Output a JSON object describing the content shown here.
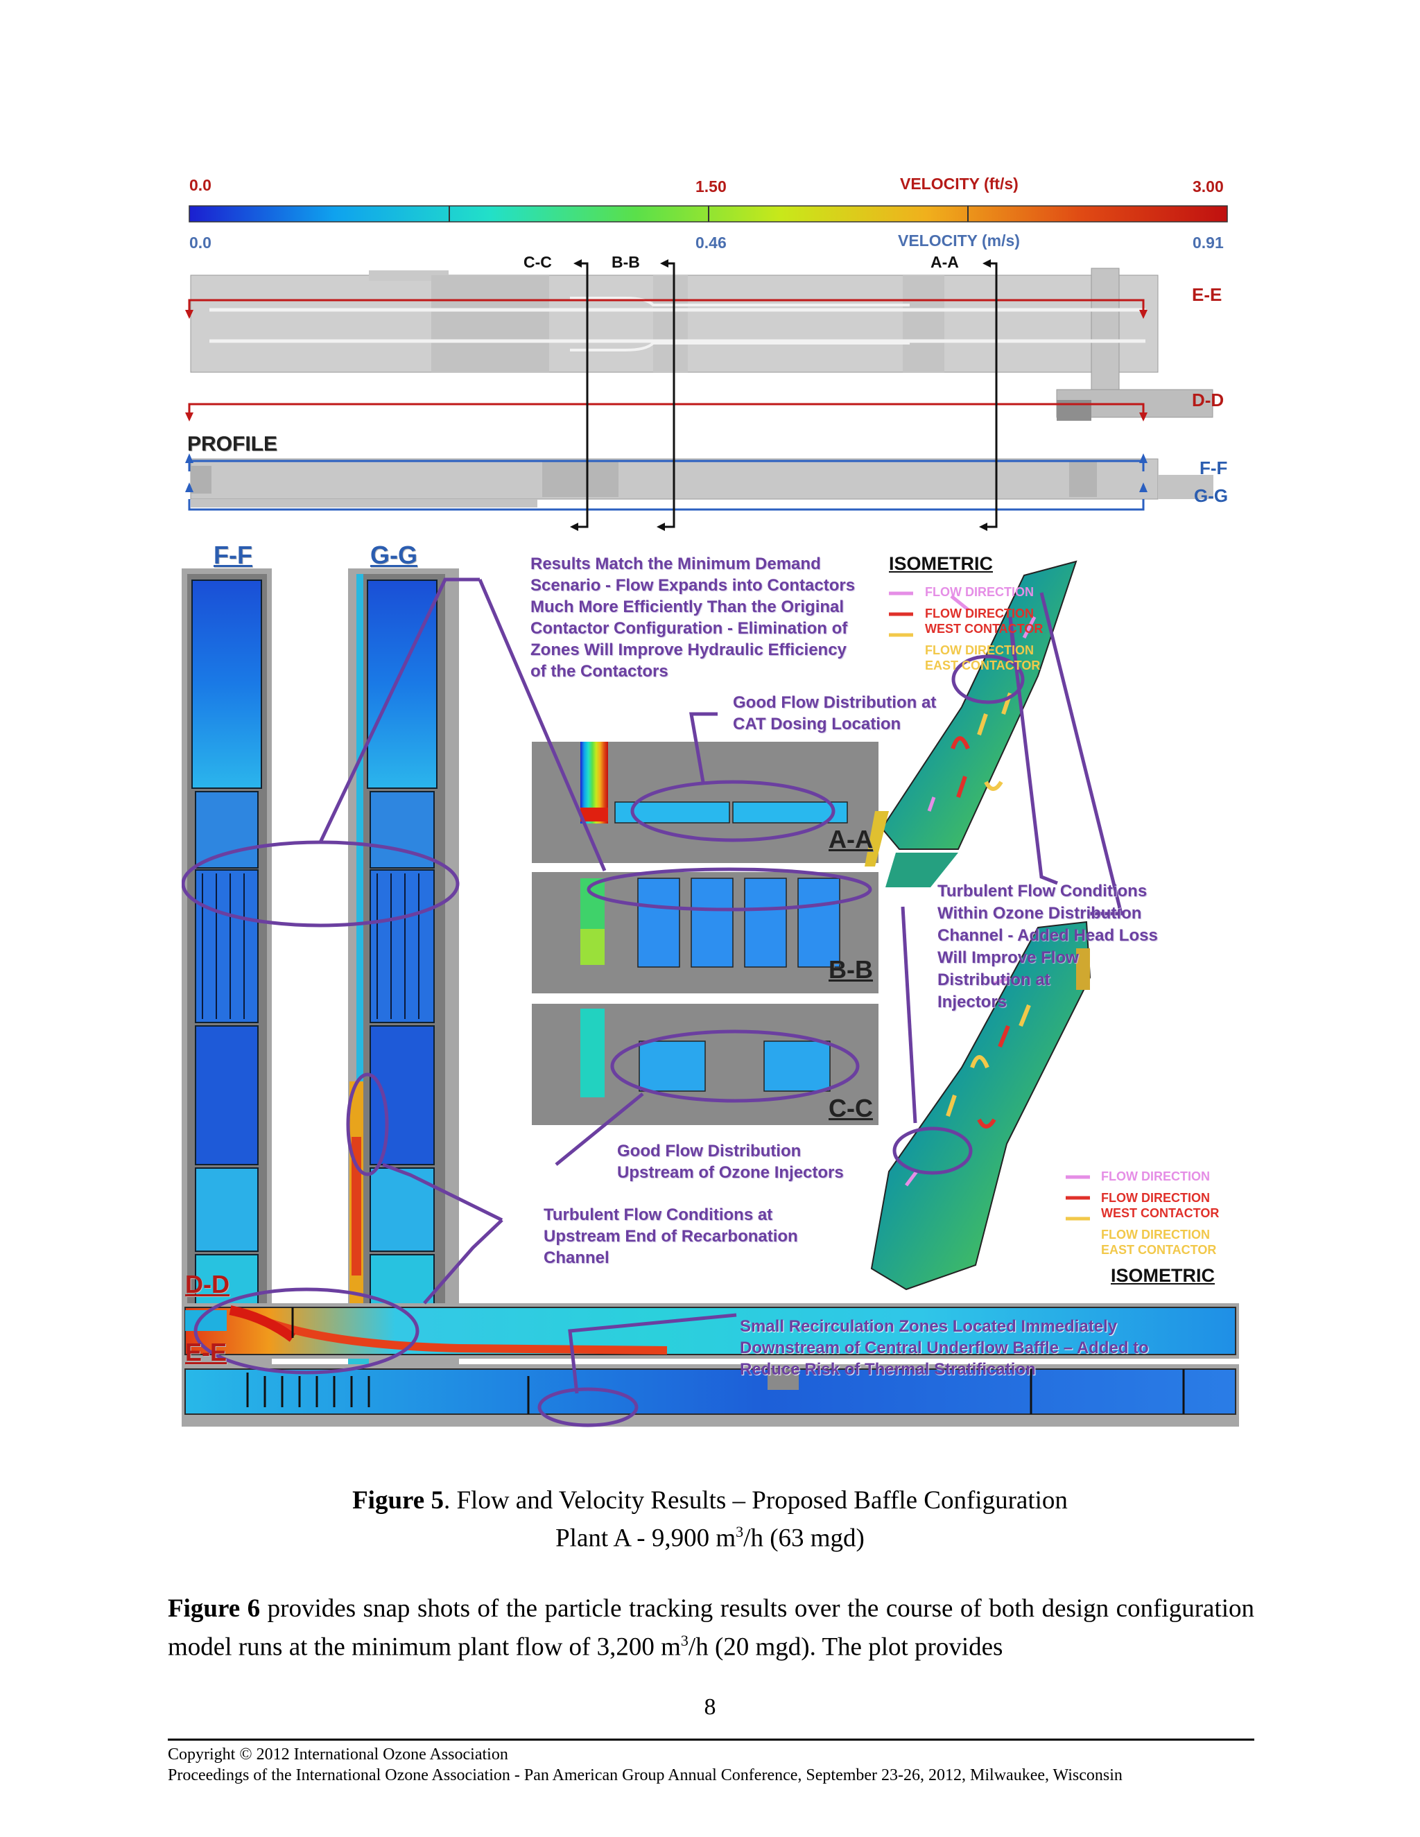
{
  "figure": {
    "scale": {
      "ft_min": "0.0",
      "ft_mid": "1.50",
      "ft_title": "VELOCITY (ft/s)",
      "ft_max": "3.00",
      "m_min": "0.0",
      "m_mid": "0.46",
      "m_title": "VELOCITY (m/s)",
      "m_max": "0.91",
      "gradient_colors": [
        "#1b1fd0",
        "#0fa2ee",
        "#22e0c8",
        "#5ae04a",
        "#c8e81a",
        "#f0b01c",
        "#e04a14",
        "#c01010"
      ]
    },
    "section_markers": {
      "cc": "C-C",
      "bb": "B-B",
      "aa": "A-A",
      "ee": "E-E",
      "dd": "D-D",
      "ff": "F-F",
      "gg": "G-G"
    },
    "profile_label": "PROFILE",
    "section_titles": {
      "ff": "F-F",
      "gg": "G-G",
      "dd": "D-D",
      "ee": "E-E"
    },
    "cross_sections": {
      "aa": "A-A",
      "bb": "B-B",
      "cc": "C-C"
    },
    "isometric": {
      "title": "ISOMETRIC"
    },
    "legend": {
      "flow": "FLOW DIRECTION",
      "west_line1": "FLOW DIRECTION",
      "west_line2": "WEST CONTACTOR",
      "east_line1": "FLOW DIRECTION",
      "east_line2": "EAST CONTACTOR",
      "colors": {
        "flow": "#e58ee6",
        "west": "#e0302a",
        "east": "#f2c84a"
      }
    },
    "annotations": {
      "results": [
        "Results Match the Minimum Demand",
        "Scenario - Flow Expands into Contactors",
        "Much More Efficiently Than the Original",
        "Contactor Configuration - Elimination of",
        "Zones Will Improve Hydraulic Efficiency",
        "of the Contactors"
      ],
      "cat": [
        "Good Flow Distribution at",
        "CAT Dosing Location"
      ],
      "turbulent_ozone": [
        "Turbulent  Flow Conditions",
        "Within Ozone Distribution",
        "Channel  - Added Head Loss",
        "Will Improve Flow",
        "Distribution at",
        "Injectors"
      ],
      "good_upstream": [
        "Good Flow Distribution",
        "Upstream of Ozone Injectors"
      ],
      "turbulent_recarb": [
        "Turbulent  Flow Conditions at",
        "Upstream End of Recarbonation",
        "Channel"
      ],
      "recirc": [
        "Small Recirculation Zones Located Immediately",
        "Downstream of Central Underflow Baffle – Added to",
        "Reduce Risk of Thermal Stratification"
      ]
    },
    "annotation_color": "#6b3fa0"
  },
  "caption": {
    "label": "Figure 5",
    "title": ".  Flow and Velocity Results – Proposed Baffle Configuration",
    "line2_pre": "Plant A - 9,900 m",
    "line2_sup": "3",
    "line2_post": "/h (63 mgd)"
  },
  "paragraph": {
    "lead": "Figure 6",
    "text1": " provides snap shots of the particle tracking results over the course of both design configuration model runs at the minimum plant flow of 3,200 m",
    "sup": "3",
    "text2": "/h (20 mgd).  The plot provides"
  },
  "page_number": "8",
  "footer": {
    "copyright": "Copyright © 2012 International Ozone Association",
    "proceedings": "Proceedings of the International Ozone Association - Pan American Group Annual Conference, September 23-26, 2012, Milwaukee, Wisconsin"
  }
}
